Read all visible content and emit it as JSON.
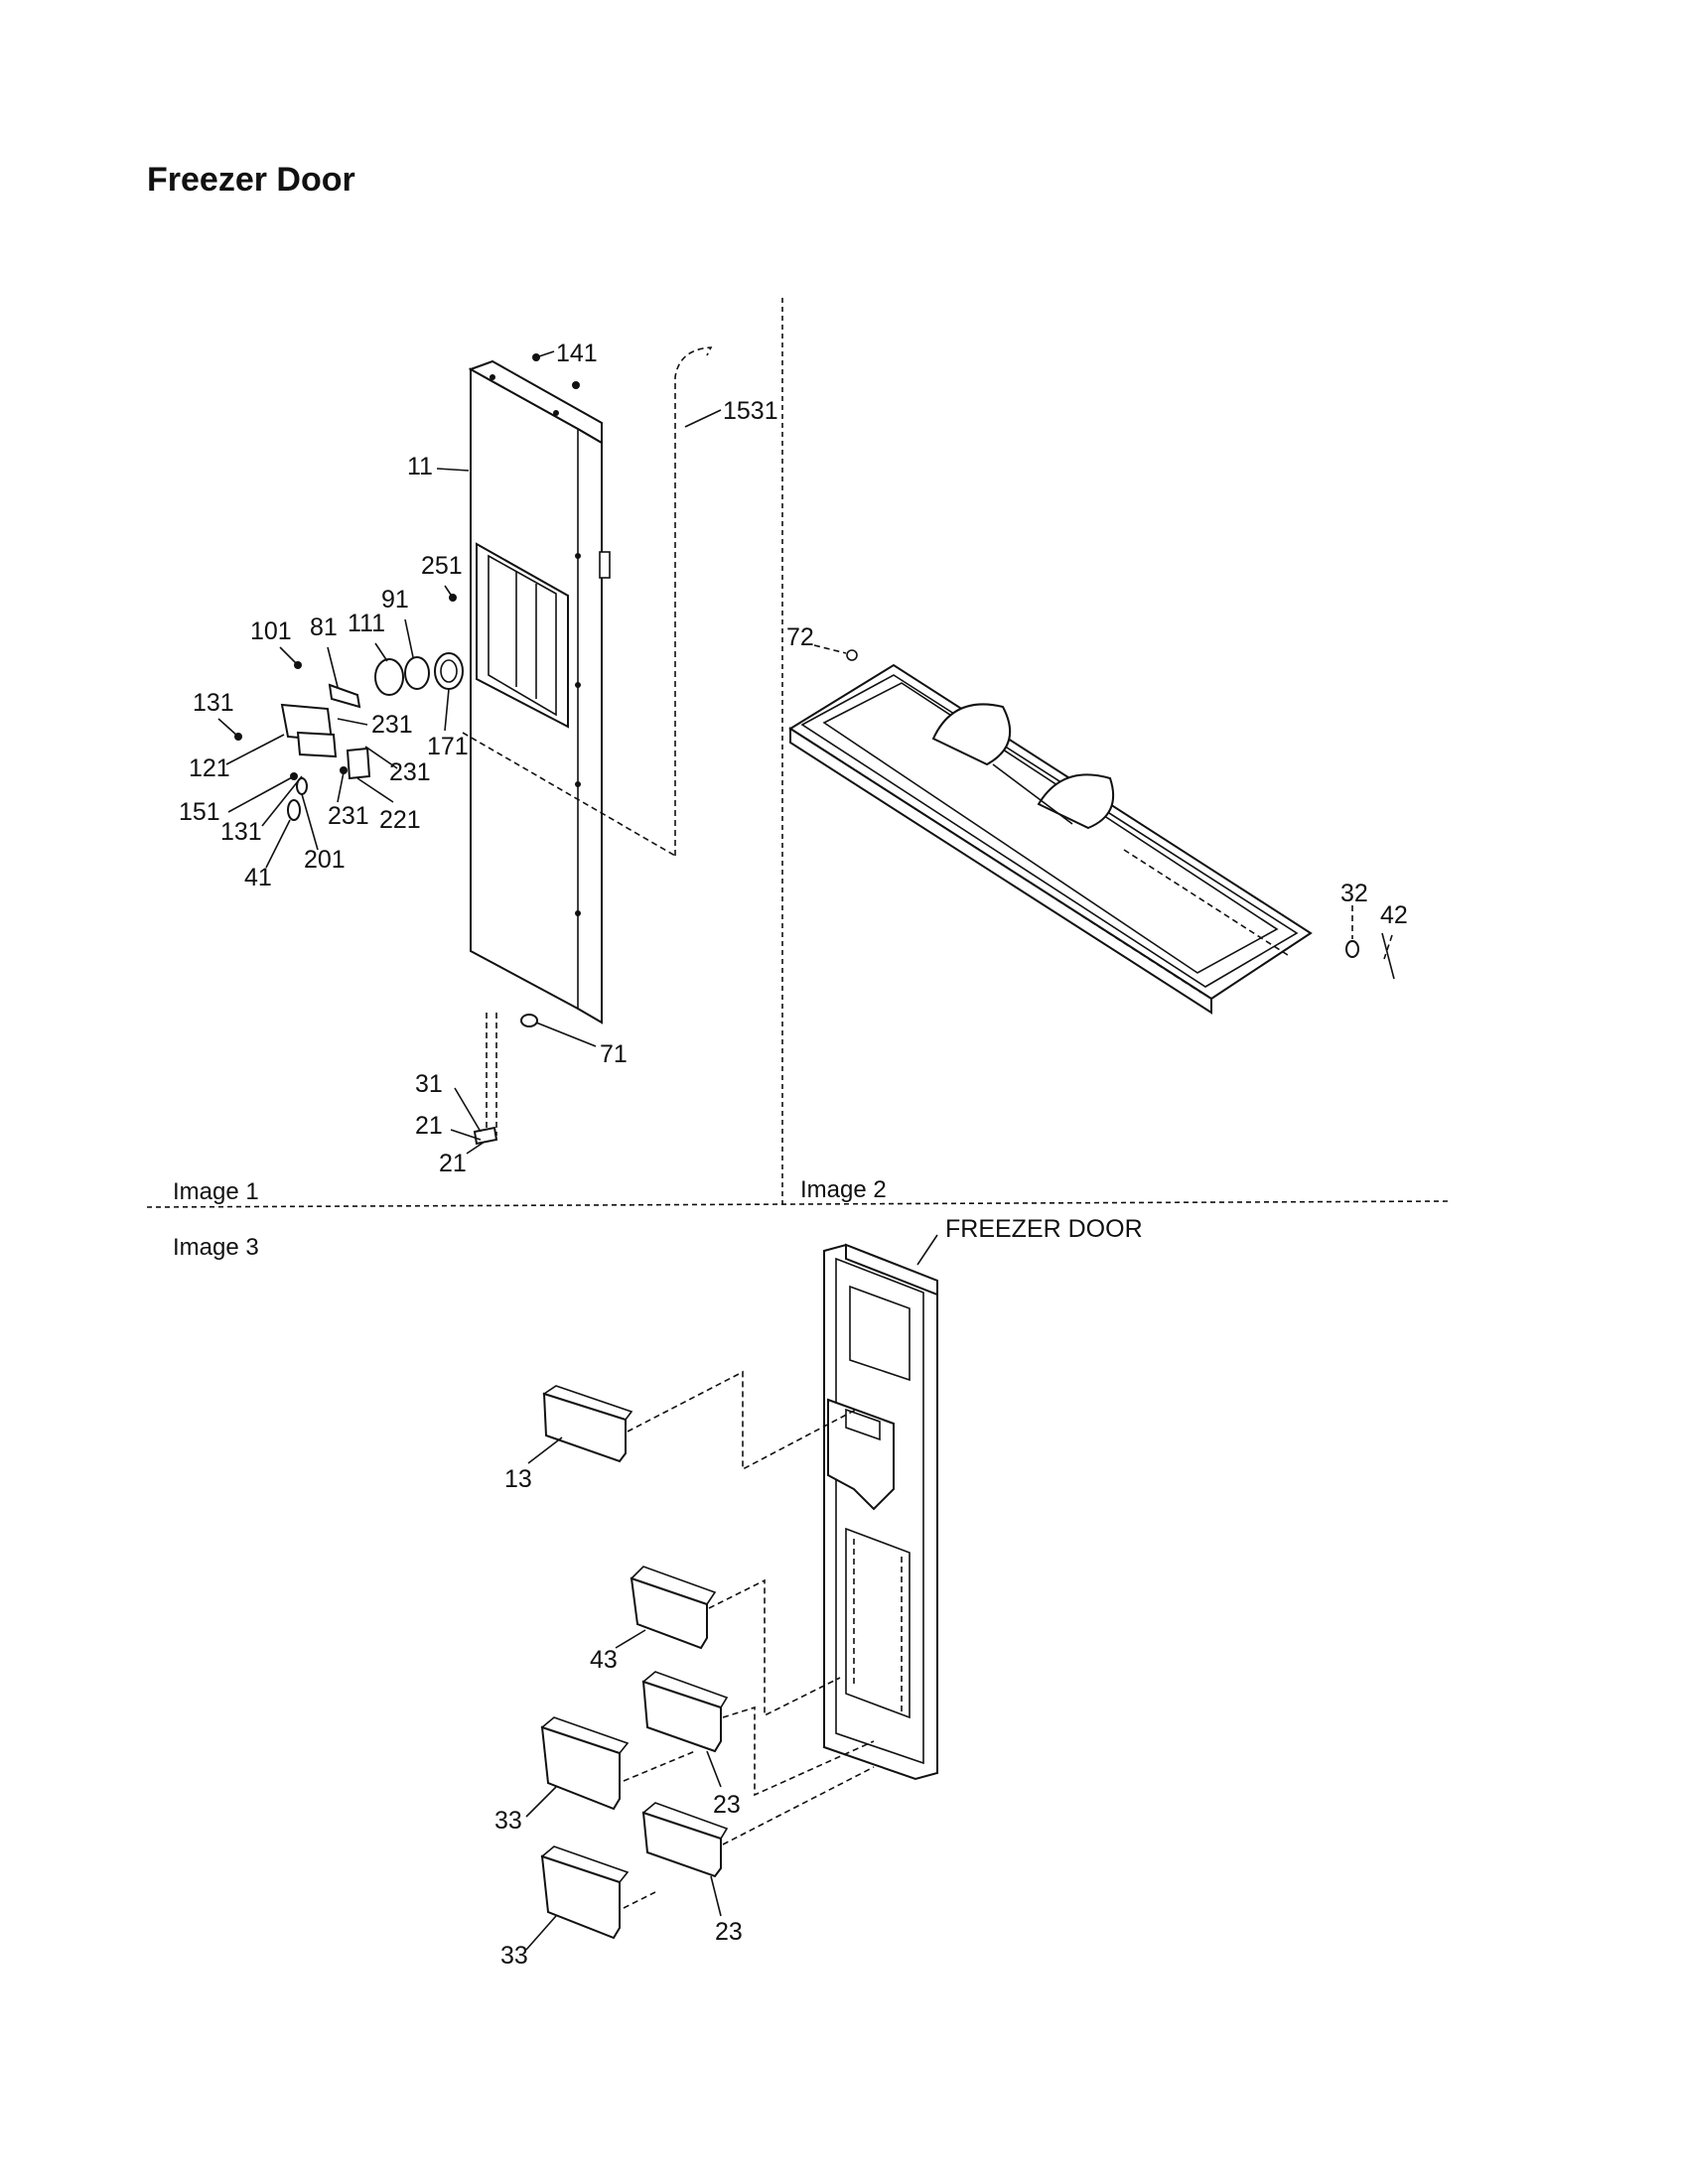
{
  "title": "Freezer Door",
  "image_labels": [
    "Image 1",
    "Image 2",
    "Image 3"
  ],
  "callout": "FREEZER DOOR",
  "parts_image1": [
    "141",
    "11",
    "1531",
    "251",
    "91",
    "101",
    "81",
    "111",
    "131",
    "231",
    "171",
    "121",
    "231",
    "151",
    "131",
    "231",
    "221",
    "41",
    "201",
    "71",
    "31",
    "21",
    "21"
  ],
  "parts_image2": [
    "72",
    "32",
    "42"
  ],
  "parts_image3": [
    "13",
    "43",
    "23",
    "33",
    "23",
    "33"
  ]
}
